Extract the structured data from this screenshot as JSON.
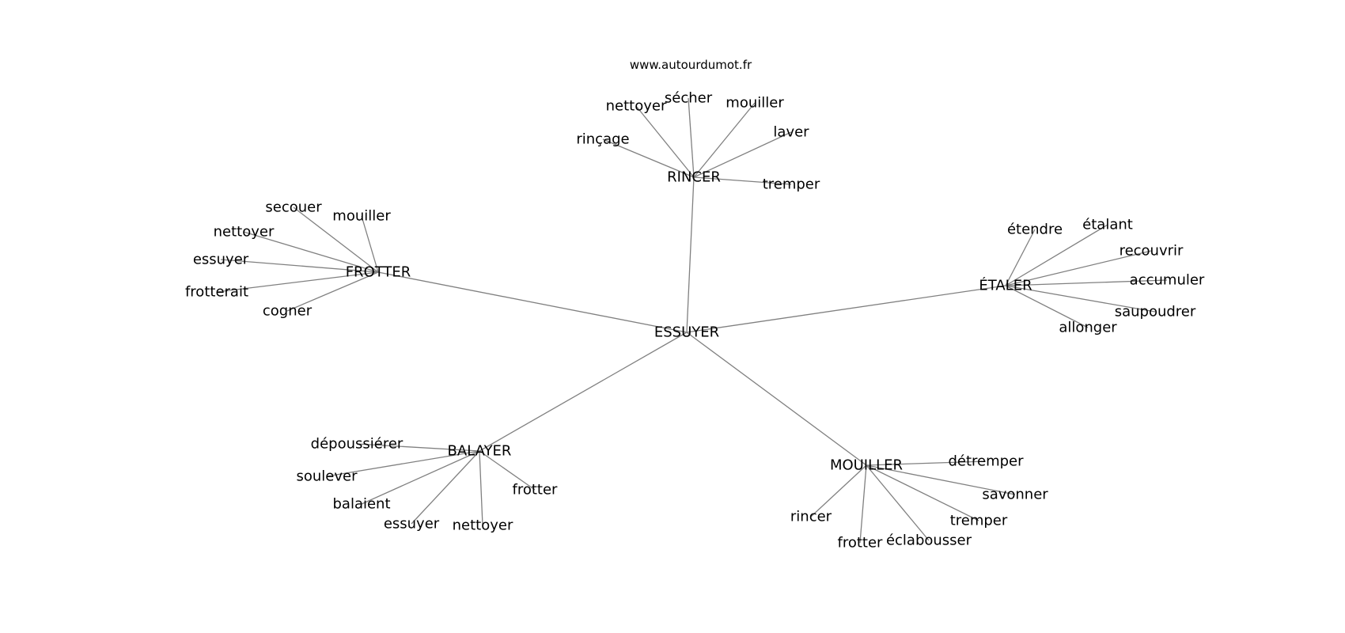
{
  "source": "www.autourdumot.fr",
  "center": "ESSUYER",
  "hubs": [
    {
      "id": "rincer",
      "label": "RINCER",
      "leaves": [
        "rinçage",
        "nettoyer",
        "sécher",
        "mouiller",
        "laver",
        "tremper"
      ]
    },
    {
      "id": "frotter",
      "label": "FROTTER",
      "leaves": [
        "secouer",
        "mouiller",
        "nettoyer",
        "essuyer",
        "frotterait",
        "cogner"
      ]
    },
    {
      "id": "etaler",
      "label": "ÉTALER",
      "leaves": [
        "étendre",
        "étalant",
        "recouvrir",
        "accumuler",
        "saupoudrer",
        "allonger"
      ]
    },
    {
      "id": "balayer",
      "label": "BALAYER",
      "leaves": [
        "dépoussiérer",
        "soulever",
        "balaient",
        "essuyer",
        "nettoyer",
        "frotter"
      ]
    },
    {
      "id": "mouiller",
      "label": "MOUILLER",
      "leaves": [
        "détremper",
        "savonner",
        "tremper",
        "éclabousser",
        "frotter",
        "rincer"
      ]
    }
  ]
}
